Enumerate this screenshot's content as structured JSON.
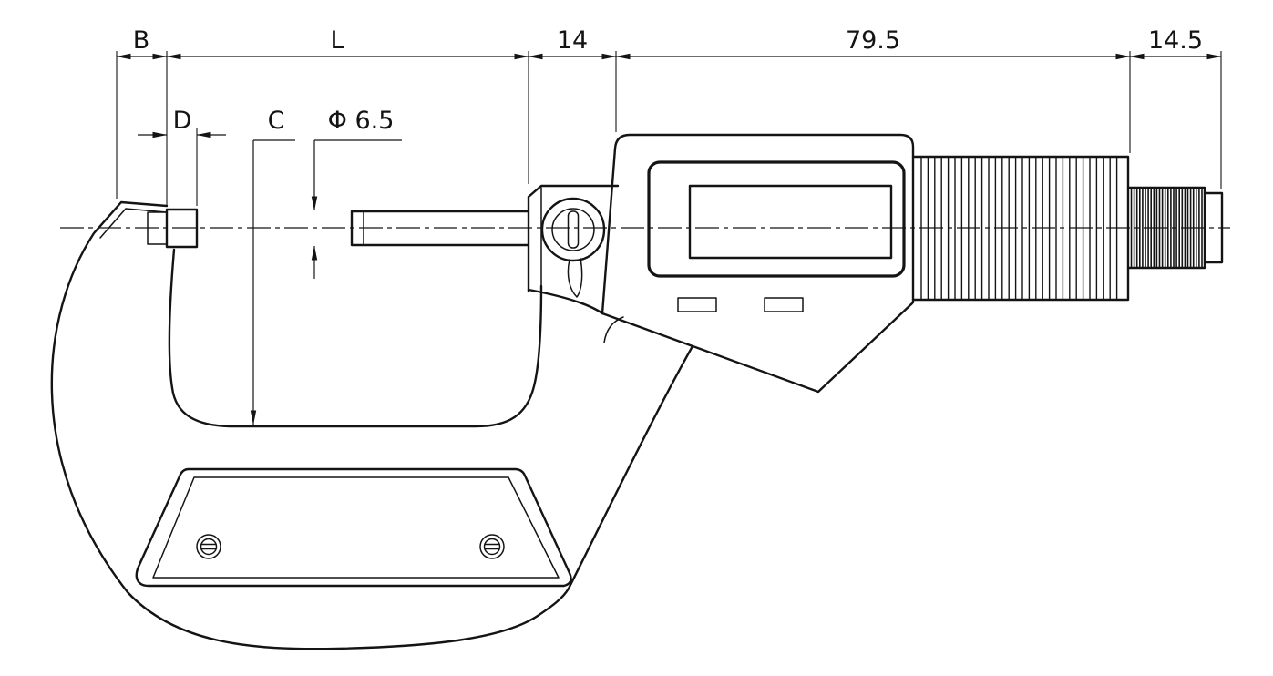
{
  "colors": {
    "ink": "#141414",
    "background": "#ffffff"
  },
  "dims": {
    "b": "B",
    "l": "L",
    "block_width": "14",
    "body_length": "79.5",
    "ratchet_length": "14.5",
    "d": "D",
    "c": "C",
    "spindle_diameter": "Φ 6.5"
  }
}
